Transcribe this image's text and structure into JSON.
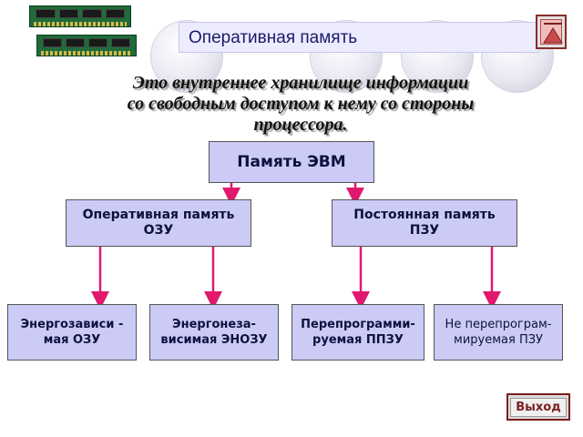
{
  "header": {
    "title": "Оперативная память",
    "nav_icon": "up-triangle-icon"
  },
  "definition": {
    "lines": [
      "Это внутреннее хранилище информации",
      "со свободным доступом к нему со стороны",
      "процессора."
    ]
  },
  "diagram": {
    "root": "Память ЭВМ",
    "level1": [
      {
        "label": "Оперативная память\nОЗУ"
      },
      {
        "label": "Постоянная память\nПЗУ"
      }
    ],
    "level2": [
      {
        "label": "Энергозависи -\nмая ОЗУ"
      },
      {
        "label": "Энергонеза-\nвисимая ЭНОЗУ"
      },
      {
        "label": "Перепрограмми-\nруемая ППЗУ"
      },
      {
        "label": "Не перепрограм-\nмируемая  ПЗУ"
      }
    ],
    "connector_color": "#e0196e"
  },
  "footer": {
    "exit_label": "Выход"
  },
  "colors": {
    "box_fill": "#cbcbf6",
    "title_fill": "#ececfe",
    "exit_border": "#7a1f1f"
  }
}
